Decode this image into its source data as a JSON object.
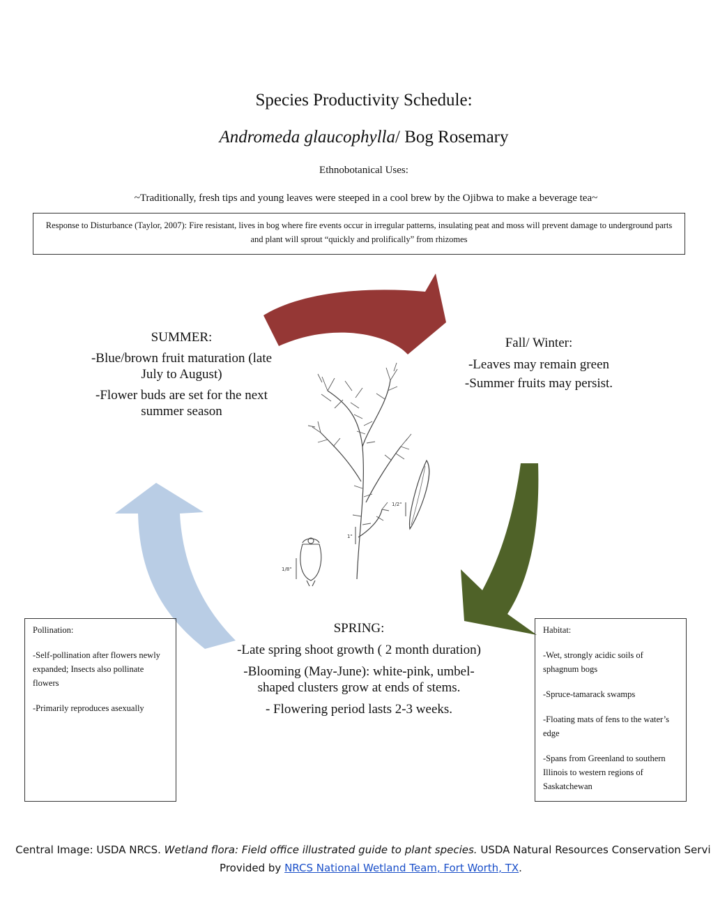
{
  "title": "Species Productivity Schedule:",
  "subtitle": {
    "species_italic": "Andromeda glaucophylla",
    "common_name": "/ Bog Rosemary"
  },
  "ethno_label": "Ethnobotanical Uses:",
  "tradition": "~Traditionally, fresh tips and young leaves were steeped in a cool brew by the Ojibwa to make a beverage tea~",
  "disturbance": "Response to Disturbance (Taylor, 2007): Fire resistant, lives in bog where fire events occur in irregular patterns, insulating peat and moss will prevent damage to underground parts and plant will sprout “quickly and prolifically” from rhizomes",
  "summer": {
    "heading": "SUMMER:",
    "line1": "-Blue/brown fruit maturation (late July to August)",
    "line2": "-Flower buds are set for the next summer season"
  },
  "fall": {
    "heading": "Fall/ Winter:",
    "line1": "-Leaves may remain green",
    "line2": "-Summer fruits may persist."
  },
  "spring": {
    "heading": "SPRING:",
    "line1": "-Late spring shoot growth ( 2 month duration)",
    "line2": "-Blooming (May-June): white-pink, umbel-shaped clusters grow at ends of stems.",
    "line3": "- Flowering period lasts 2-3 weeks."
  },
  "pollination": {
    "heading": "Pollination:",
    "item1": "-Self-pollination after flowers newly expanded; Insects also pollinate flowers",
    "item2": "-Primarily reproduces asexually"
  },
  "habitat": {
    "heading": "Habitat:",
    "item1": "-Wet, strongly acidic soils of sphagnum bogs",
    "item2": "-Spruce-tamarack swamps",
    "item3": "-Floating mats of fens to the water’s edge",
    "item4": "-Spans from Greenland to southern Illinois to western regions of Saskatchewan"
  },
  "illustration_labels": {
    "scale_half": "1/2\"",
    "scale_one": "1\"",
    "scale_eighth": "1/8\""
  },
  "footer": {
    "prefix": "Central Image: USDA NRCS. ",
    "italic": "Wetland flora: Field office illustrated guide to plant species.",
    "middle": " USDA Natural Resources Conservation Service. Provided by ",
    "link": "NRCS National Wetland Team, Fort Worth, TX",
    "suffix": "."
  },
  "colors": {
    "arrow_summer_fall": "#953735",
    "arrow_fall_spring": "#4f6228",
    "arrow_spring_summer": "#b9cde5",
    "link": "#1a4fc9"
  }
}
